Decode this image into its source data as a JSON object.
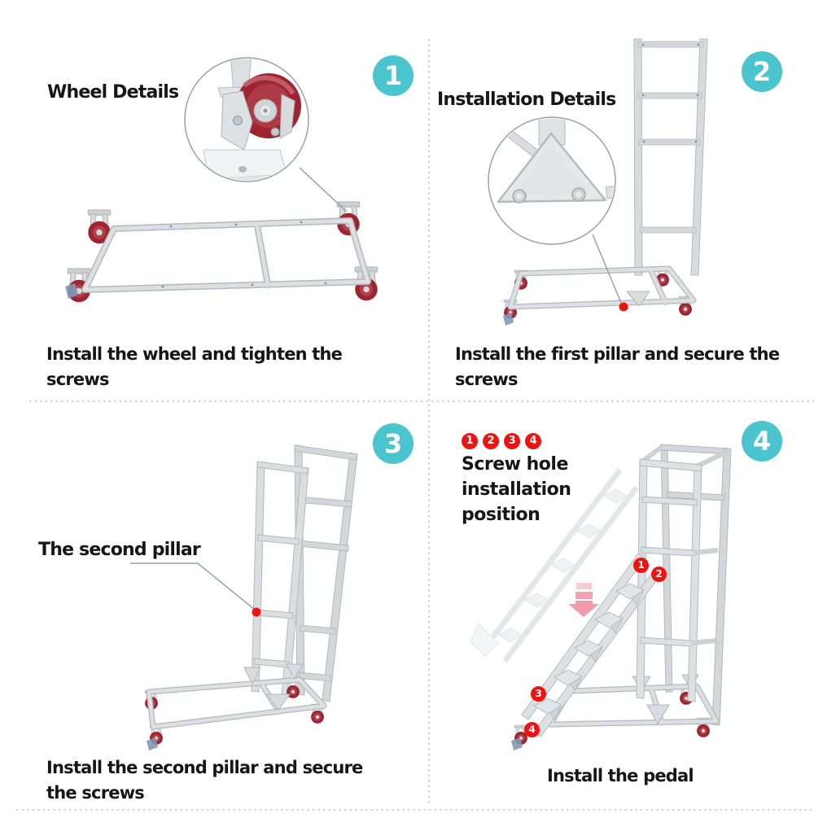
{
  "colors": {
    "badge_teal": "#4ac4cd",
    "marker_red": "#ee1310",
    "arrow_pink": "#f0a2b0",
    "metal_gray": "#ccd1d4",
    "wheel_maroon": "#9c2531"
  },
  "panels": [
    {
      "step": "1",
      "title": "Wheel Details",
      "caption": "Install the wheel and tighten the screws"
    },
    {
      "step": "2",
      "title": "Installation Details",
      "caption": "Install the first pillar and secure the screws"
    },
    {
      "step": "3",
      "title": "The second pillar",
      "caption": "Install the second pillar and secure the screws"
    },
    {
      "step": "4",
      "note": "Screw hole installation position",
      "screw_hole_markers": [
        "1",
        "2",
        "3",
        "4"
      ],
      "position_markers": [
        "1",
        "2",
        "3",
        "4"
      ],
      "caption": "Install the pedal"
    }
  ]
}
